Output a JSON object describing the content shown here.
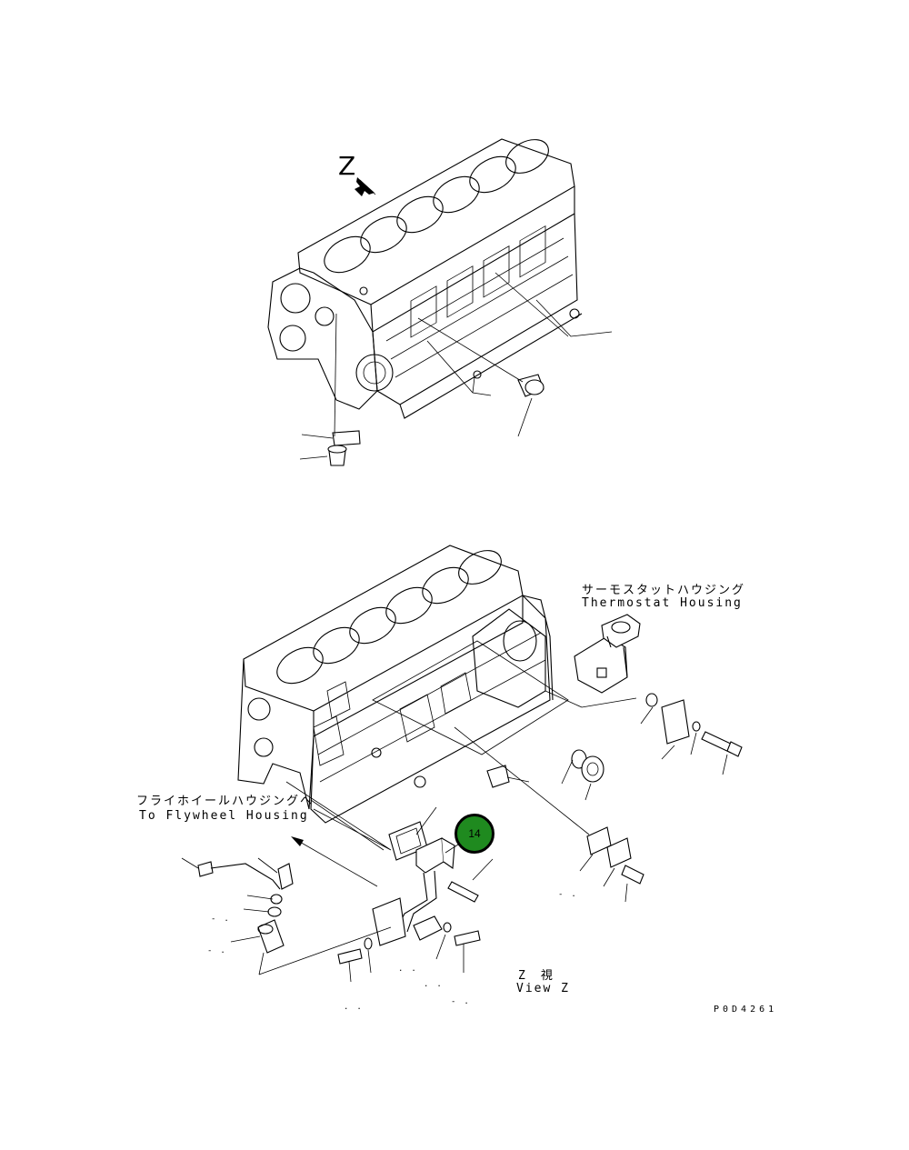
{
  "view_z_letter": "Z",
  "thermostat_housing": {
    "jp": "サーモスタットハウジング",
    "en": "Thermostat Housing"
  },
  "flywheel_housing": {
    "jp": "フライホイールハウジングへ",
    "en": "To Flywheel Housing"
  },
  "callout": {
    "number": "14",
    "color": "#1f8a1f"
  },
  "view_label": {
    "jp": "Z　視",
    "en": "View Z"
  },
  "drawing_code": "P0D4261"
}
